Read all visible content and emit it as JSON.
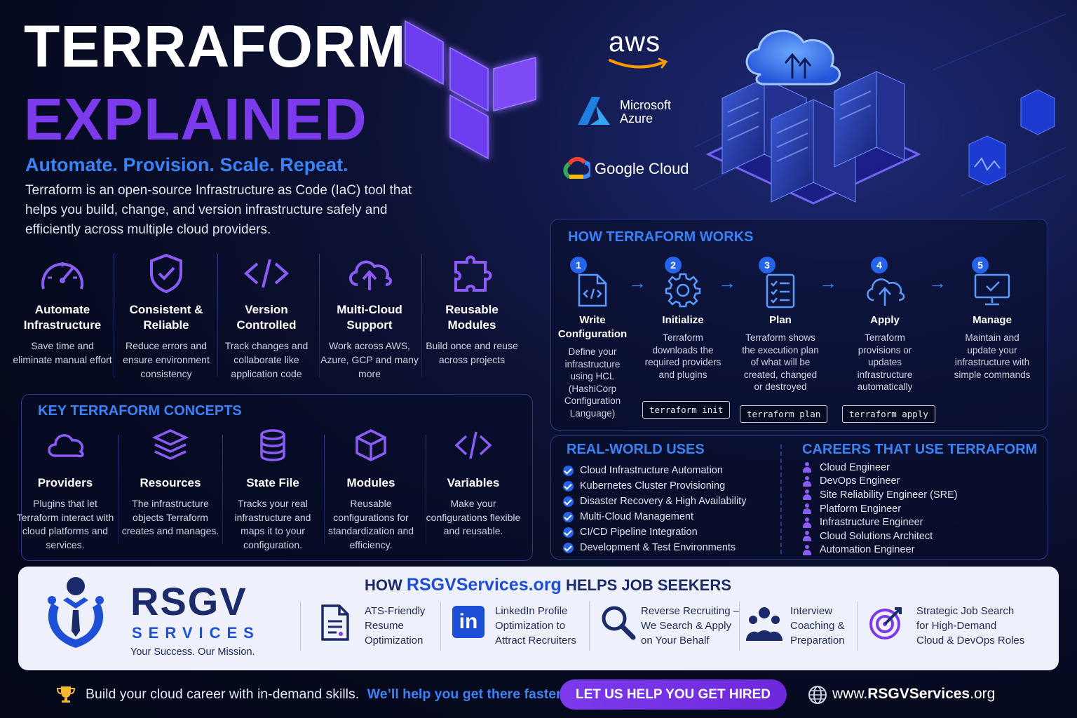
{
  "hero": {
    "title_line1": "TERRAFORM",
    "title_line2": "EXPLAINED",
    "tagline": "Automate. Provision. Scale. Repeat.",
    "intro": "Terraform is an open-source Infrastructure as Code (IaC) tool that helps you build, change, and version infrastructure safely and efficiently across multiple cloud providers."
  },
  "clouds": {
    "aws": "aws",
    "azure_line1": "Microsoft",
    "azure_line2": "Azure",
    "google": "Google Cloud"
  },
  "features": [
    {
      "title": "Automate Infrastructure",
      "desc": "Save time and eliminate manual effort",
      "icon": "speedometer-icon"
    },
    {
      "title": "Consistent & Reliable",
      "desc": "Reduce errors and ensure environment consistency",
      "icon": "shield-check-icon"
    },
    {
      "title": "Version Controlled",
      "desc": "Track changes and collaborate like application code",
      "icon": "code-icon"
    },
    {
      "title": "Multi-Cloud Support",
      "desc": "Work across AWS, Azure, GCP and many more",
      "icon": "cloud-upload-icon"
    },
    {
      "title": "Reusable Modules",
      "desc": "Build once and reuse across projects",
      "icon": "puzzle-icon"
    }
  ],
  "concepts": {
    "heading": "KEY TERRAFORM CONCEPTS",
    "items": [
      {
        "title": "Providers",
        "desc": "Plugins that let Terraform interact with cloud platforms and services.",
        "icon": "cloud-icon"
      },
      {
        "title": "Resources",
        "desc": "The infrastructure objects Terraform creates and manages.",
        "icon": "layers-icon"
      },
      {
        "title": "State File",
        "desc": "Tracks your real infrastructure and maps it to your configuration.",
        "icon": "database-icon"
      },
      {
        "title": "Modules",
        "desc": "Reusable configurations for standardization and efficiency.",
        "icon": "cube-icon"
      },
      {
        "title": "Variables",
        "desc": "Make your configurations flexible and reusable.",
        "icon": "code-icon"
      }
    ]
  },
  "how": {
    "heading": "HOW TERRAFORM WORKS",
    "steps": [
      {
        "num": "1",
        "title": "Write Configuration",
        "desc": "Define your infrastructure using HCL (HashiCorp Configuration Language)",
        "cmd": "",
        "icon": "code-file-icon"
      },
      {
        "num": "2",
        "title": "Initialize",
        "desc": "Terraform downloads the required providers and plugins",
        "cmd": "terraform init",
        "icon": "gear-icon"
      },
      {
        "num": "3",
        "title": "Plan",
        "desc": "Terraform shows the execution plan of what will be created, changed or destroyed",
        "cmd": "terraform plan",
        "icon": "checklist-icon"
      },
      {
        "num": "4",
        "title": "Apply",
        "desc": "Terraform provisions or updates infrastructure automatically",
        "cmd": "terraform apply",
        "icon": "cloud-upload-icon"
      },
      {
        "num": "5",
        "title": "Manage",
        "desc": "Maintain and update your infrastructure with simple commands",
        "cmd": "",
        "icon": "monitor-check-icon"
      }
    ]
  },
  "uses": {
    "heading": "REAL-WORLD USES",
    "items": [
      "Cloud Infrastructure Automation",
      "Kubernetes Cluster Provisioning",
      "Disaster Recovery & High Availability",
      "Multi-Cloud Management",
      "CI/CD Pipeline Integration",
      "Development & Test Environments"
    ]
  },
  "careers": {
    "heading": "CAREERS THAT USE TERRAFORM",
    "items": [
      "Cloud Engineer",
      "DevOps Engineer",
      "Site Reliability Engineer (SRE)",
      "Platform Engineer",
      "Infrastructure Engineer",
      "Cloud Solutions Architect",
      "Automation Engineer"
    ]
  },
  "rsgv": {
    "logo_main": "RSGV",
    "logo_sub": "SERVICES",
    "slogan": "Your Success. Our Mission.",
    "heading_pre": "HOW",
    "heading_site": "RSGVServices.org",
    "heading_post": "HELPS JOB SEEKERS",
    "services": [
      {
        "lines": [
          "ATS-Friendly",
          "Resume",
          "Optimization"
        ],
        "icon": "resume-icon"
      },
      {
        "lines": [
          "LinkedIn Profile",
          "Optimization to",
          "Attract Recruiters"
        ],
        "icon": "linkedin-icon"
      },
      {
        "lines": [
          "Reverse Recruiting –",
          "We Search & Apply",
          "on Your Behalf"
        ],
        "icon": "magnifier-icon"
      },
      {
        "lines": [
          "Interview",
          "Coaching &",
          "Preparation"
        ],
        "icon": "people-icon"
      },
      {
        "lines": [
          "Strategic Job Search",
          "for High-Demand",
          "Cloud & DevOps Roles"
        ],
        "icon": "target-icon"
      }
    ]
  },
  "footer": {
    "text": "Build your cloud career with in-demand skills.",
    "highlight": "We’ll help you get there faster.",
    "cta": "LET US HELP YOU GET HIRED",
    "url_pre": "www.",
    "url_bold": "RSGVServices",
    "url_post": ".org"
  },
  "colors": {
    "accent_purple": "#7c3aed",
    "accent_blue": "#3b82f6",
    "bg": "#060a1e",
    "band": "#eef0fb"
  }
}
